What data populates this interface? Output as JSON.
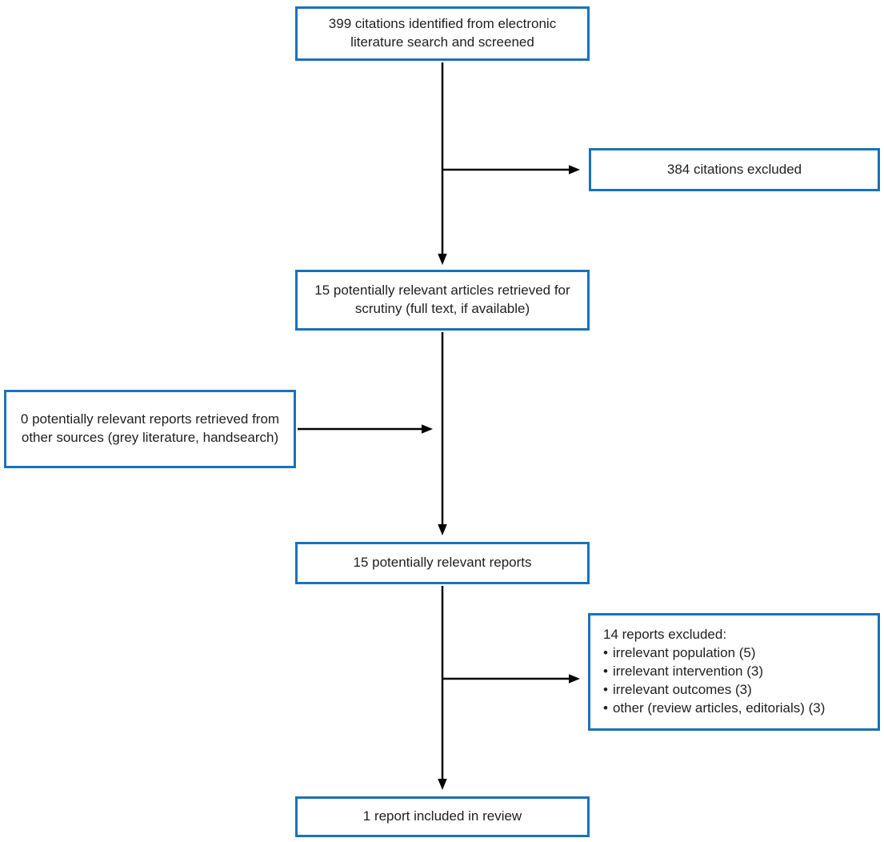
{
  "colors": {
    "accent": "#1a72ba",
    "ink": "#1f1f1f",
    "line": "#000000",
    "background": "#ffffff"
  },
  "flowchart": {
    "bullet_char": "•",
    "boxes": [
      {
        "id": "citations-identified",
        "text": "399 citations identified from electronic literature search and screened"
      },
      {
        "id": "citations-excluded",
        "text": "384 citations excluded"
      },
      {
        "id": "articles-retrieved",
        "text": "15 potentially relevant articles retrieved for scrutiny (full text, if available)"
      },
      {
        "id": "other-sources",
        "text": "0 potentially relevant reports retrieved from other sources (grey literature, handsearch)"
      },
      {
        "id": "relevant-reports",
        "text": "15 potentially relevant reports"
      },
      {
        "id": "reports-excluded",
        "heading": "14 reports excluded:",
        "bullets": [
          "irrelevant population (5)",
          "irrelevant intervention (3)",
          "irrelevant outcomes (3)",
          "other (review articles, editorials) (3)"
        ]
      },
      {
        "id": "report-included",
        "text": "1 report included in review"
      }
    ]
  }
}
